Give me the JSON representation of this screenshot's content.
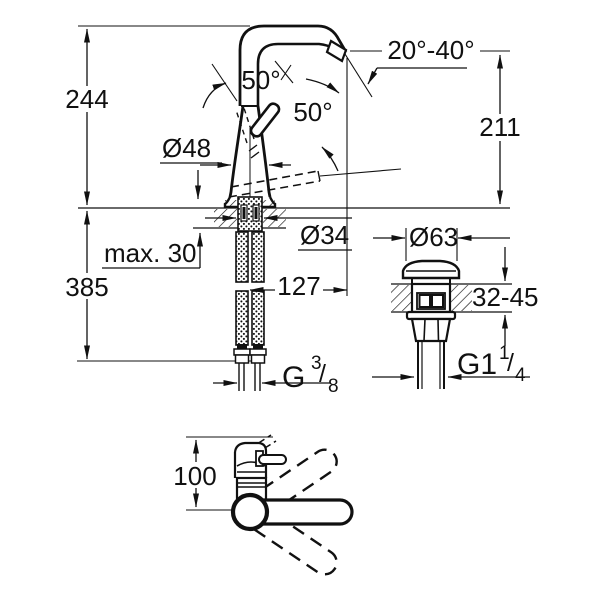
{
  "drawing": {
    "background": "#ffffff",
    "line_color": "#111111",
    "front_view": {
      "height_overall": "244",
      "height_below_deck": "385",
      "swivel_angle": "50°",
      "lever_angle": "50°",
      "body_diameter": "Ø48",
      "outlet_angle_range": "20°-40°",
      "outlet_height": "211",
      "max_deck_thickness": "max. 30",
      "shank_diameter": "Ø34",
      "outlet_reach": "127",
      "supply_thread_base": "G",
      "supply_thread_num": "3",
      "supply_thread_slash": "/",
      "supply_thread_den": "8"
    },
    "drain_view": {
      "cap_diameter": "Ø63",
      "deck_thickness_range": "32-45",
      "waste_thread_base": "G1",
      "waste_thread_num": "1",
      "waste_thread_slash": "/",
      "waste_thread_den": "4"
    },
    "plan_view": {
      "body_height": "100"
    }
  }
}
